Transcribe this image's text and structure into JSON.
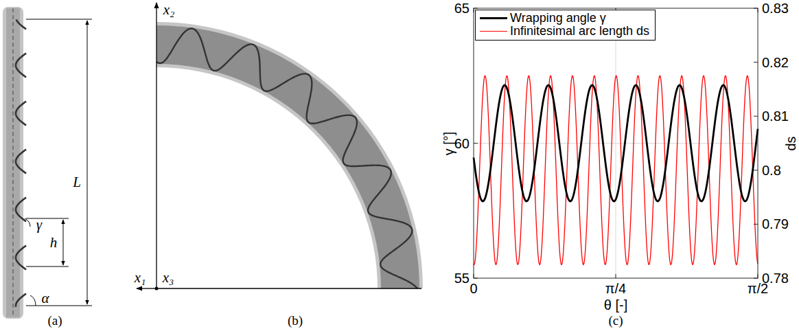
{
  "diagram": {
    "labels": [
      "(a)",
      "L",
      "h",
      "γ",
      "α",
      "x₂",
      "x₁",
      "x₃",
      "(b)",
      "65",
      "60",
      "55",
      "0.83",
      "0.82",
      "0.81",
      "0.8",
      "0.79",
      "0.78",
      "0",
      "π/4",
      "π/2",
      "γ [°]",
      "θ [-]",
      "ds",
      "(c)"
    ],
    "legend": [
      {
        "text": "Wrapping angle γ"
      },
      {
        "text": "Infinitesimal arc length ds"
      }
    ]
  }
}
